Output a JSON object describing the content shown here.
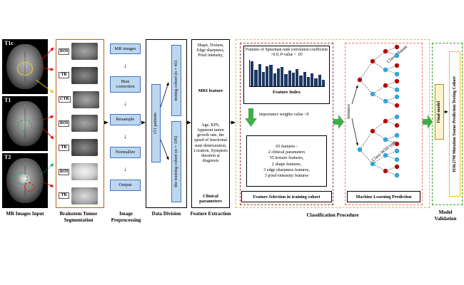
{
  "figure": {
    "mr_input": {
      "caption": "MR Images Input",
      "images": [
        {
          "label": "T1c"
        },
        {
          "label": "T1"
        },
        {
          "label": "T2"
        }
      ]
    },
    "segmentation": {
      "caption": "Brainstem Tumor Segmentation",
      "rows": [
        {
          "label": "ROI"
        },
        {
          "label": "TR"
        },
        {
          "label": "CTR"
        },
        {
          "label": "ROI"
        },
        {
          "label": "TR"
        },
        {
          "label": "ROI"
        },
        {
          "label": "TR"
        }
      ]
    },
    "preprocessing": {
      "caption": "Image Preprocessing",
      "steps": [
        "MR images",
        "Bias correction",
        "Resample",
        "Normalize",
        "Output"
      ]
    },
    "data_division": {
      "caption": "Data Division",
      "total_label": "151 patients",
      "testing_label": "testing cohort (n = 45)",
      "training_label": "the training cohort (n = 106)"
    },
    "feature_extraction": {
      "caption": "Feature Extraction",
      "mri_text": "Shape, Texture, Edge sharpness, Pixel intensity,",
      "mri_label": "MRI feature",
      "clinical_text": "Age, KPS, Apparent tumor growth rate, the speed of functional state deterioration, Location, Symptom duration at diagnosis",
      "clinical_label": "Clinical parameters"
    },
    "classification": {
      "caption": "Classification Procedure",
      "feature_selection": {
        "spearman_text": "Features of Spearman rank correlation coefficient >0.0,   P-value < .05",
        "chart_label": "Feature Index",
        "bars": [
          0.95,
          0.62,
          0.85,
          0.55,
          0.75,
          0.8,
          0.5,
          0.68,
          0.72,
          0.45,
          0.6,
          0.52,
          0.65,
          0.4,
          0.55,
          0.35,
          0.48,
          0.3,
          0.42,
          0.25
        ],
        "arrow_label": "importance weights value >0",
        "features_lines": [
          "65 features :",
          "2 clinical parameters",
          "55 texture features,",
          "2 shape features,",
          "3 edge sharpness features,",
          "3 pixel-intensity features"
        ],
        "caption": "Feature Selection in training cohort"
      },
      "ml_prediction": {
        "caption": "Machine Learning Prediction",
        "instance_label": "Instance",
        "class_mutant_label": "Class-Mutant",
        "class_wild_label": "Class-Wild type"
      }
    },
    "validation": {
      "caption": "Model Validation",
      "final_model_label": "Final model",
      "cohort_label": "H3K27M Mutation Status Prediction Testing Cohort"
    },
    "colors": {
      "process_box_fill": "#BDD7EE",
      "segmentation_border": "#C55A11",
      "classification_border": "#E2B93B",
      "feature_selection_border": "#9E3A3A",
      "ml_border": "#FF6B6B",
      "validation_border": "#33A02C",
      "bar_fill": "#1F3864",
      "mutant_node": "#C00000",
      "wild_node": "#29ABE2",
      "flow_arrow_green": "#3FAE49",
      "highlight_border": "#FFC000"
    }
  }
}
